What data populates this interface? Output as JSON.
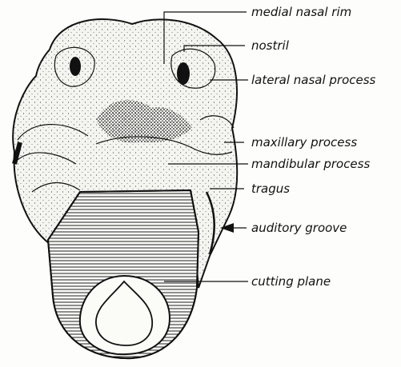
{
  "diagram": {
    "labels": [
      {
        "id": "medial-nasal-rim",
        "text": "medial nasal rim"
      },
      {
        "id": "nostril",
        "text": "nostril"
      },
      {
        "id": "lateral-nasal-process",
        "text": "lateral nasal process"
      },
      {
        "id": "maxillary-process",
        "text": "maxillary process"
      },
      {
        "id": "mandibular-process",
        "text": "mandibular process"
      },
      {
        "id": "tragus",
        "text": "tragus"
      },
      {
        "id": "auditory-groove",
        "text": "auditory groove"
      },
      {
        "id": "cutting-plane",
        "text": "cutting plane"
      }
    ]
  }
}
